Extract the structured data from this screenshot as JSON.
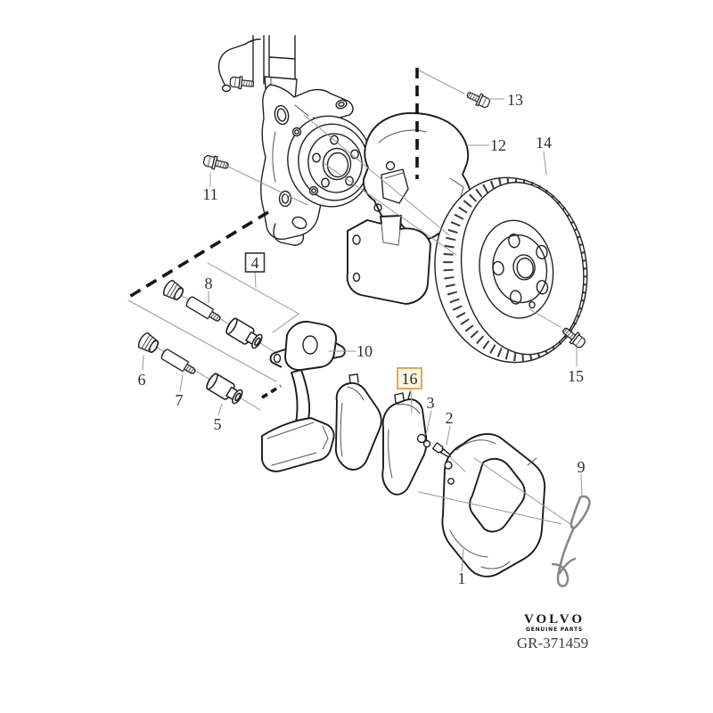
{
  "diagram": {
    "type": "exploded-parts-diagram",
    "callouts": [
      {
        "text": "1",
        "style": "plain"
      },
      {
        "text": "2",
        "style": "plain"
      },
      {
        "text": "3",
        "style": "plain"
      },
      {
        "text": "4",
        "style": "boxed"
      },
      {
        "text": "5",
        "style": "plain"
      },
      {
        "text": "6",
        "style": "plain"
      },
      {
        "text": "7",
        "style": "plain"
      },
      {
        "text": "8",
        "style": "plain"
      },
      {
        "text": "9",
        "style": "plain"
      },
      {
        "text": "10",
        "style": "plain"
      },
      {
        "text": "11",
        "style": "plain"
      },
      {
        "text": "12",
        "style": "plain"
      },
      {
        "text": "13",
        "style": "plain"
      },
      {
        "text": "14",
        "style": "plain"
      },
      {
        "text": "15",
        "style": "plain"
      },
      {
        "text": "16",
        "style": "highlighted"
      }
    ],
    "colors": {
      "line": "#222222",
      "leader": "#979797",
      "dashed_line": "#141414",
      "highlight_box_border": "#e9a64c",
      "highlight_box_fill": "#fcf7e9",
      "reference_box_border": "#333333"
    }
  },
  "branding": {
    "logo": "VOLVO",
    "tagline": "GENUINE PARTS",
    "drawing_number": "GR-371459"
  }
}
